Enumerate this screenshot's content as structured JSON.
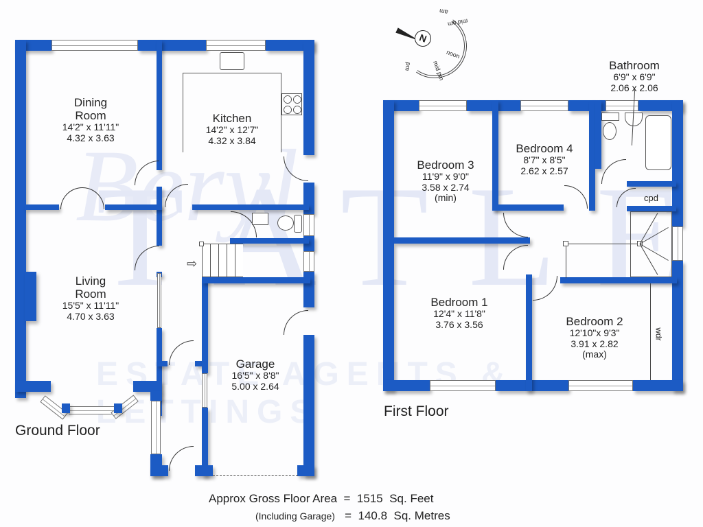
{
  "watermark": {
    "brand": "TATLER",
    "script": "Beryl",
    "tagline": "ESTATE AGENTS & LETTINGS"
  },
  "compass": {
    "north_label": "N",
    "markers": [
      "am",
      "mid am",
      "noon",
      "mid pm",
      "pm"
    ]
  },
  "ground_floor": {
    "label": "Ground Floor",
    "rooms": [
      {
        "name": "Dining",
        "name2": "Room",
        "imperial": "14'2\" x 11'11\"",
        "metric": "4.32  x  3.63"
      },
      {
        "name": "Kitchen",
        "imperial": "14'2\"  x  12'7\"",
        "metric": "4.32  x  3.84"
      },
      {
        "name": "Living",
        "name2": "Room",
        "imperial": "15'5\" x 11'11\"",
        "metric": "4.70  x  3.63"
      },
      {
        "name": "Garage",
        "imperial": "16'5\"  x   8'8\"",
        "metric": "5.00  x  2.64"
      }
    ]
  },
  "first_floor": {
    "label": "First Floor",
    "rooms": [
      {
        "name": "Bathroom",
        "imperial": "6'9\"   x   6'9\"",
        "metric": "2.06  x  2.06"
      },
      {
        "name": "Bedroom 3",
        "imperial": "11'9\" x  9'0\"",
        "metric": "3.58  x  2.74",
        "note": "(min)"
      },
      {
        "name": "Bedroom 4",
        "imperial": "8'7\"  x  8'5\"",
        "metric": "2.62  x  2.57"
      },
      {
        "name": "Bedroom 1",
        "imperial": "12'4\"  x  11'8\"",
        "metric": "3.76  x  3.56"
      },
      {
        "name": "Bedroom 2",
        "imperial": "12'10\"x  9'3\"",
        "metric": "3.91  x  2.82",
        "note": "(max)"
      }
    ],
    "cupboard": "cpd",
    "wardrobe": "wdr"
  },
  "area": {
    "line1_label": "Approx Gross Floor Area",
    "line1_eq": "=",
    "line1_value": "1515",
    "line1_unit": "Sq. Feet",
    "line2_label": "(Including Garage)",
    "line2_eq": "=",
    "line2_value": "140.8",
    "line2_unit": "Sq. Metres"
  },
  "colors": {
    "wall": "#1c5bc4",
    "background": "#fdfdfe",
    "watermark": "#e4e8f6"
  }
}
